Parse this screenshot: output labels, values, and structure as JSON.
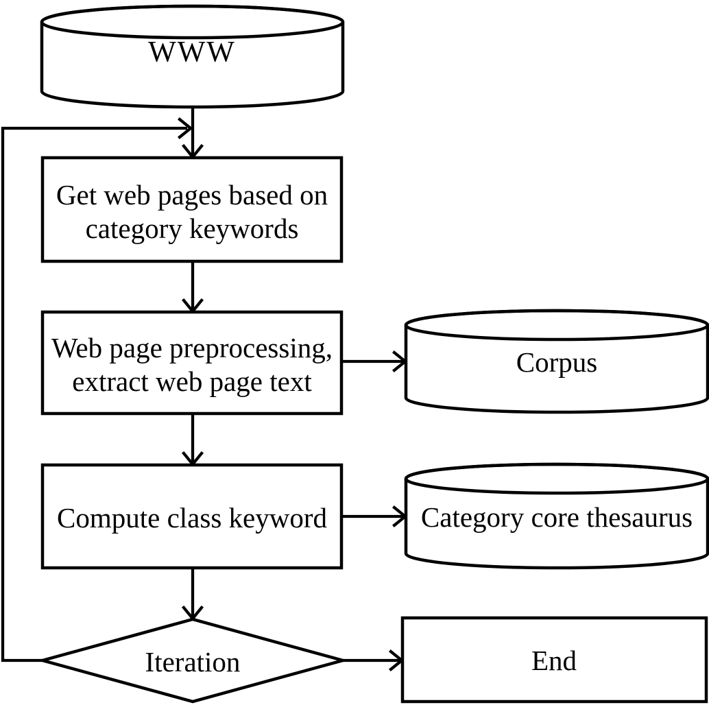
{
  "diagram": {
    "type": "flowchart",
    "background_color": "#ffffff",
    "stroke_color": "#000000",
    "text_color": "#000000",
    "nodes": [
      {
        "id": "www",
        "shape": "cylinder",
        "label": "WWW"
      },
      {
        "id": "get-web-pages",
        "shape": "process",
        "lines": [
          "Get web pages based on",
          "category keywords"
        ]
      },
      {
        "id": "web-page-preprocessing",
        "shape": "process",
        "lines": [
          "Web page preprocessing,",
          "extract web page text"
        ]
      },
      {
        "id": "corpus",
        "shape": "cylinder",
        "label": "Corpus"
      },
      {
        "id": "compute-class-keyword",
        "shape": "process",
        "label": "Compute class keyword"
      },
      {
        "id": "category-core-thesaurus",
        "shape": "cylinder",
        "label": "Category core thesaurus"
      },
      {
        "id": "iteration",
        "shape": "decision",
        "label": "Iteration"
      },
      {
        "id": "end",
        "shape": "process",
        "label": "End"
      }
    ],
    "edges": [
      {
        "from": "www",
        "to": "get-web-pages"
      },
      {
        "from": "iteration",
        "to": "get-web-pages",
        "kind": "loop-back"
      },
      {
        "from": "get-web-pages",
        "to": "web-page-preprocessing"
      },
      {
        "from": "web-page-preprocessing",
        "to": "corpus"
      },
      {
        "from": "web-page-preprocessing",
        "to": "compute-class-keyword"
      },
      {
        "from": "compute-class-keyword",
        "to": "category-core-thesaurus"
      },
      {
        "from": "compute-class-keyword",
        "to": "iteration"
      },
      {
        "from": "iteration",
        "to": "end"
      }
    ]
  }
}
